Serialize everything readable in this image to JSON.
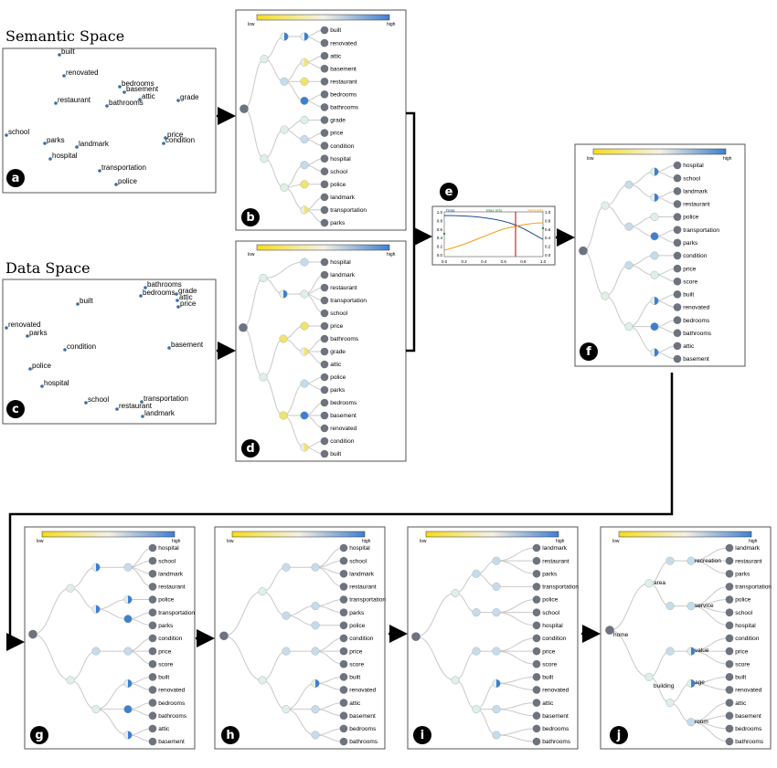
{
  "sections": {
    "semantic_title": "Semantic Space",
    "data_title": "Data Space"
  },
  "colors": {
    "low": "#f5dc1e",
    "high": "#3f7fd0",
    "node_gray": "#6e7380",
    "edge": "#c9c9c9",
    "plot_blue": "#1f4e8c",
    "plot_orange": "#f39c12",
    "plot_red": "#e02020",
    "plot_green": "#1a9a3a"
  },
  "colorbar": {
    "low": "low",
    "high": "high"
  },
  "badges": {
    "a": "a",
    "b": "b",
    "c": "c",
    "d": "d",
    "e": "e",
    "f": "f",
    "g": "g",
    "h": "h",
    "i": "i",
    "j": "j"
  },
  "panel_a": {
    "points": [
      {
        "label": "built"
      },
      {
        "label": "renovated"
      },
      {
        "label": "bedrooms"
      },
      {
        "label": "basement"
      },
      {
        "label": "restaurant"
      },
      {
        "label": "attic"
      },
      {
        "label": "bathrooms"
      },
      {
        "label": "grade"
      },
      {
        "label": "school"
      },
      {
        "label": "parks"
      },
      {
        "label": "landmark"
      },
      {
        "label": "price"
      },
      {
        "label": "condition"
      },
      {
        "label": "hospital"
      },
      {
        "label": "transportation"
      },
      {
        "label": "police"
      }
    ]
  },
  "panel_c": {
    "points": [
      {
        "label": "bathrooms"
      },
      {
        "label": "bedrooms"
      },
      {
        "label": "grade"
      },
      {
        "label": "attic"
      },
      {
        "label": "price"
      },
      {
        "label": "built"
      },
      {
        "label": "renovated"
      },
      {
        "label": "parks"
      },
      {
        "label": "condition"
      },
      {
        "label": "basement"
      },
      {
        "label": "police"
      },
      {
        "label": "hospital"
      },
      {
        "label": "school"
      },
      {
        "label": "transportation"
      },
      {
        "label": "restaurant"
      },
      {
        "label": "landmark"
      }
    ]
  },
  "panel_b": {
    "leaves": [
      "built",
      "renovated",
      "attic",
      "basement",
      "restaurant",
      "bedrooms",
      "bathrooms",
      "grade",
      "price",
      "condition",
      "hospital",
      "school",
      "police",
      "landmark",
      "transportation",
      "parks"
    ]
  },
  "panel_d": {
    "leaves": [
      "hospital",
      "landmark",
      "restaurant",
      "transportation",
      "school",
      "price",
      "bathrooms",
      "grade",
      "attic",
      "police",
      "parks",
      "bedrooms",
      "basement",
      "renovated",
      "condition",
      "built"
    ]
  },
  "panel_e": {
    "legend_left": "Data",
    "legend_mid": "Max Info",
    "legend_right": "Semantic",
    "x_ticks": [
      "0.0",
      "0.2",
      "0.4",
      "0.6",
      "0.8",
      "1.0"
    ],
    "y_ticks": [
      "1.0",
      "0.8",
      "0.6",
      "0.4",
      "0.2",
      "0.0"
    ]
  },
  "panel_f": {
    "leaves": [
      "hospital",
      "school",
      "landmark",
      "restaurant",
      "police",
      "transportation",
      "parks",
      "condition",
      "price",
      "score",
      "built",
      "renovated",
      "bedrooms",
      "bathrooms",
      "attic",
      "basement"
    ]
  },
  "panel_g": {
    "leaves": [
      "hospital",
      "school",
      "landmark",
      "restaurant",
      "police",
      "transportation",
      "parks",
      "condition",
      "price",
      "score",
      "built",
      "renovated",
      "bedrooms",
      "bathrooms",
      "attic",
      "basement"
    ]
  },
  "panel_h": {
    "leaves": [
      "hospital",
      "school",
      "landmark",
      "restaurant",
      "transportation",
      "parks",
      "police",
      "condition",
      "price",
      "score",
      "built",
      "renovated",
      "attic",
      "basement",
      "bedrooms",
      "bathrooms"
    ]
  },
  "panel_i": {
    "leaves": [
      "landmark",
      "restaurant",
      "parks",
      "transportation",
      "police",
      "school",
      "hospital",
      "condition",
      "price",
      "score",
      "built",
      "renovated",
      "attic",
      "basement",
      "bedrooms",
      "bathrooms"
    ]
  },
  "panel_j": {
    "leaves": [
      "landmark",
      "restaurant",
      "parks",
      "transportation",
      "police",
      "school",
      "hospital",
      "condition",
      "price",
      "score",
      "built",
      "renovated",
      "attic",
      "basement",
      "bedrooms",
      "bathrooms"
    ],
    "root_label": "home",
    "level1": [
      "area",
      "building"
    ],
    "level2": [
      "recreation",
      "service",
      "value",
      "age",
      "room"
    ]
  }
}
